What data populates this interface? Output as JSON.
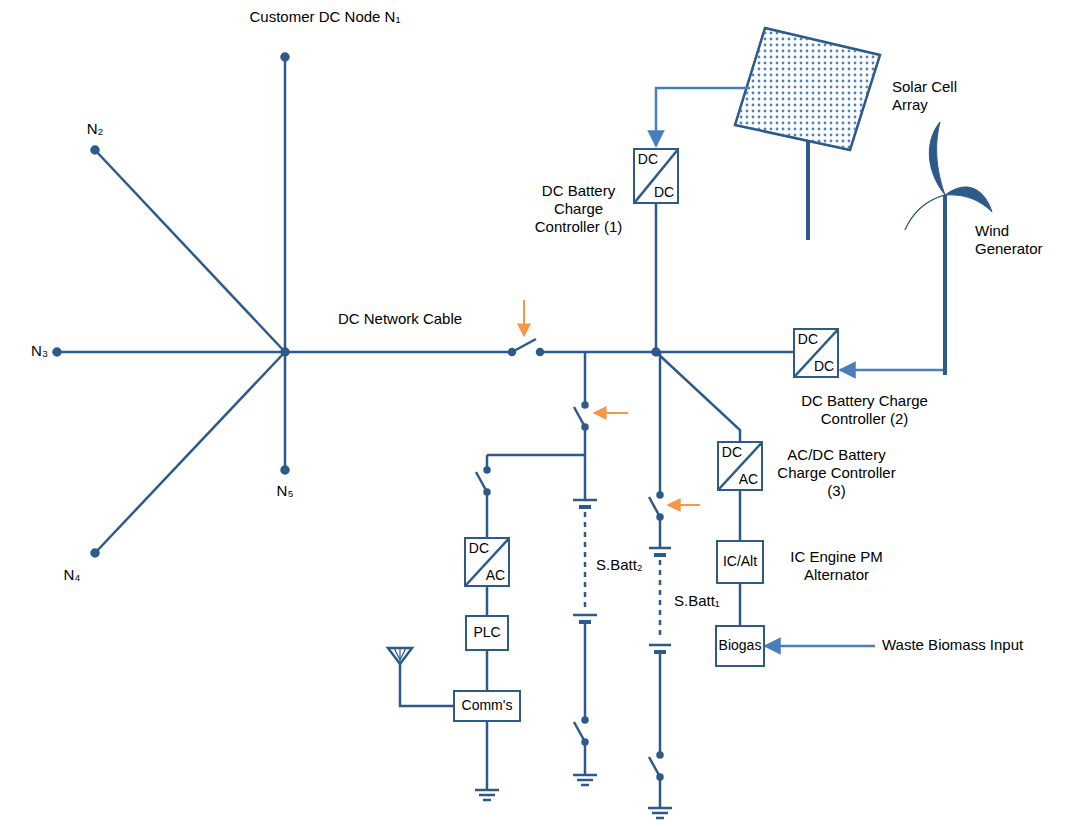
{
  "diagram": {
    "nodes": [
      {
        "text": [
          "DC",
          "DC",
          "DC Battery Charge Controller (1)"
        ]
      },
      {
        "text": [
          "DC",
          "DC",
          "DC Battery Charge Controller (2)"
        ]
      },
      {
        "text": [
          "DC",
          "AC",
          "AC/DC Battery Charge Controller (3)"
        ]
      },
      {
        "text": [
          "IC/Alt",
          "IC Engine PM Alternator"
        ]
      },
      {
        "text": [
          "Biogas"
        ]
      },
      {
        "text": [
          "DC",
          "AC"
        ]
      },
      {
        "text": [
          "PLC"
        ]
      },
      {
        "text": [
          "Comm's"
        ]
      }
    ],
    "edges": [
      {
        "from": 2,
        "to": 3,
        "arrow": "none"
      },
      {
        "from": 3,
        "to": 4,
        "arrow": "none"
      },
      {
        "from": 5,
        "to": 6,
        "arrow": "none"
      },
      {
        "from": 6,
        "to": 7,
        "arrow": "none"
      }
    ],
    "labels": [
      "Customer DC Node N₁",
      "N₂",
      "N₃",
      "N₄",
      "N₅",
      "DC Network Cable",
      "Solar Cell Array",
      "Wind Generator",
      "S.Batt₂",
      "S.Batt₁",
      "Waste Biomass Input"
    ]
  }
}
